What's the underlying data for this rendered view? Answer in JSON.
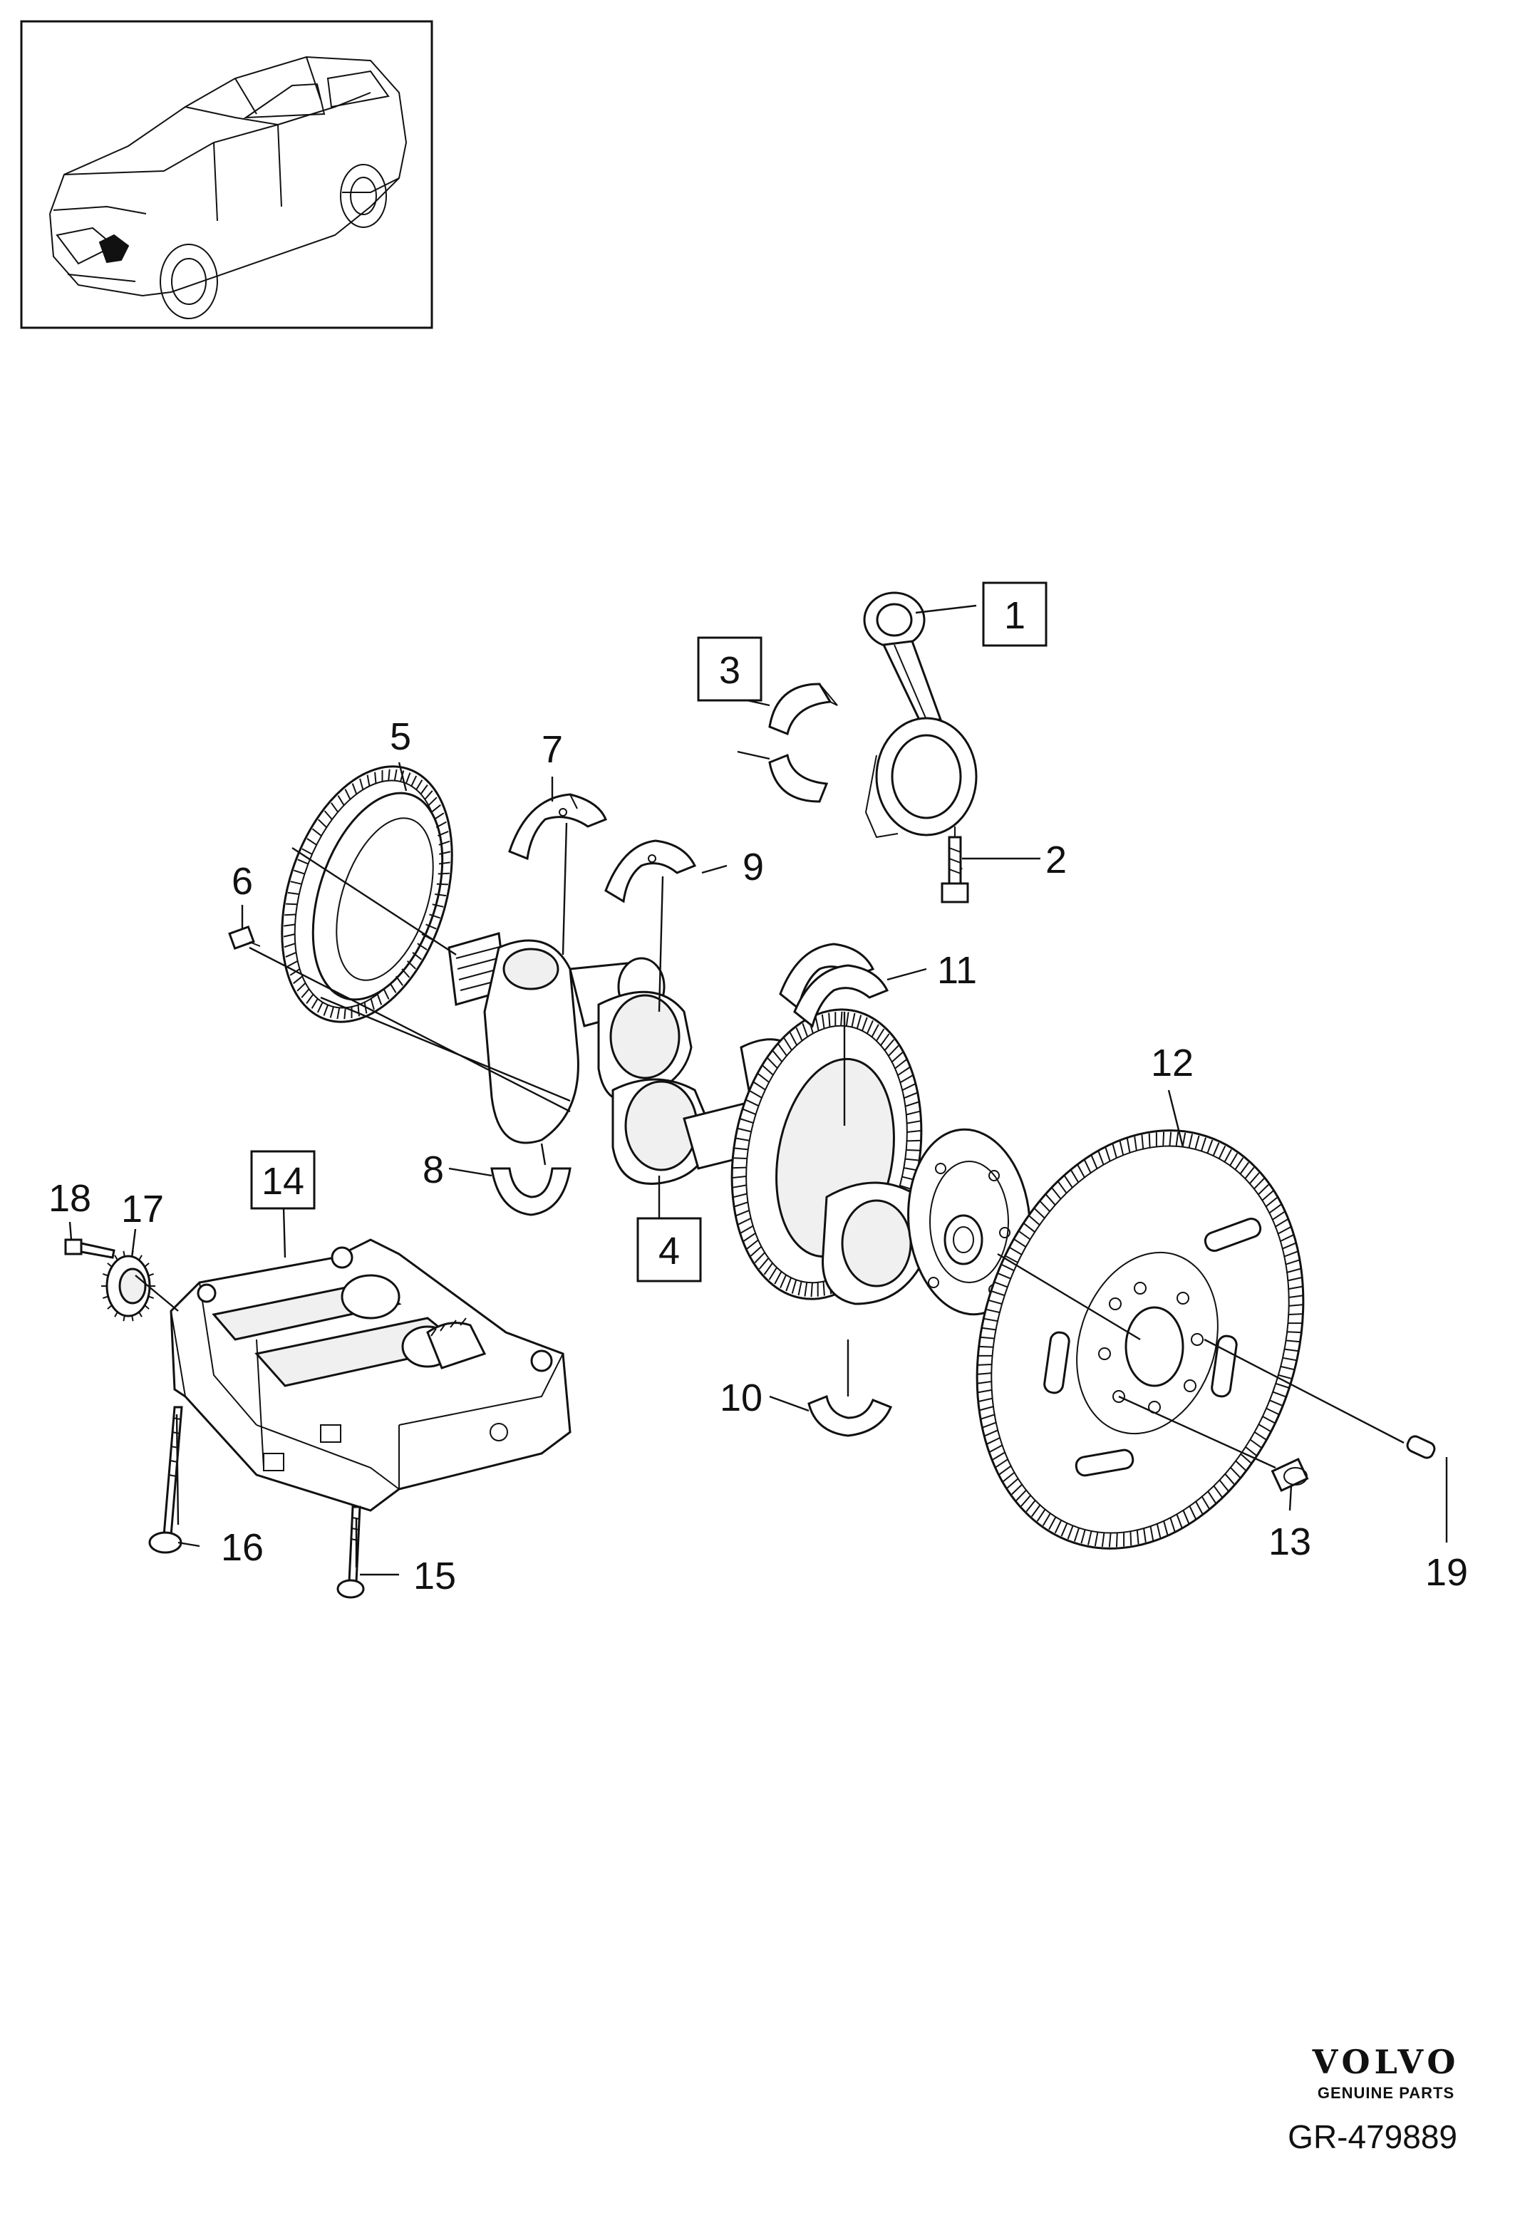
{
  "callouts": [
    {
      "id": "1",
      "boxed": true
    },
    {
      "id": "2",
      "boxed": false
    },
    {
      "id": "3",
      "boxed": true
    },
    {
      "id": "4",
      "boxed": true
    },
    {
      "id": "5",
      "boxed": false
    },
    {
      "id": "6",
      "boxed": false
    },
    {
      "id": "7",
      "boxed": false
    },
    {
      "id": "8",
      "boxed": false
    },
    {
      "id": "9",
      "boxed": false
    },
    {
      "id": "10",
      "boxed": false
    },
    {
      "id": "11",
      "boxed": false
    },
    {
      "id": "12",
      "boxed": false
    },
    {
      "id": "13",
      "boxed": false
    },
    {
      "id": "14",
      "boxed": true
    },
    {
      "id": "15",
      "boxed": false
    },
    {
      "id": "16",
      "boxed": false
    },
    {
      "id": "17",
      "boxed": false
    },
    {
      "id": "18",
      "boxed": false
    },
    {
      "id": "19",
      "boxed": false
    }
  ],
  "brand": {
    "name": "VOLVO",
    "tagline": "GENUINE PARTS"
  },
  "reference": "GR-479889",
  "icons": [
    "vehicle-locator-icon",
    "connecting-rod",
    "crankshaft",
    "flywheel",
    "balance-shaft-module"
  ]
}
